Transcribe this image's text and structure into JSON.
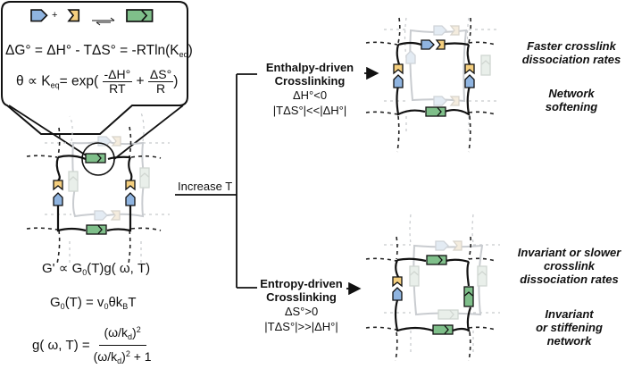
{
  "colors": {
    "donor": "#8fb4e0",
    "acceptor": "#f5cf7e",
    "complex": "#7fbf8a",
    "ink": "#111111",
    "ghost": "#c9ccd0"
  },
  "icons": {
    "donor": "crosslink-donor-shape",
    "acceptor": "crosslink-acceptor-shape",
    "complex": "crosslink-complex-shape",
    "equilibrium": "equilibrium-arrow-icon",
    "arrow": "right-arrow-icon"
  },
  "inset": {
    "reaction": {
      "plus": "+"
    },
    "eq1": "ΔG° = ΔH° - TΔS° = -RTln(K",
    "eq1_sub": "eq",
    "eq1_end": ")",
    "eq2_prefix": "θ ∝ K",
    "eq2_sub": "eq",
    "eq2_mid": "= exp(",
    "eq2_frac1_num": "-ΔH°",
    "eq2_frac1_den": "RT",
    "eq2_plus": "+",
    "eq2_frac2_num": "ΔS°",
    "eq2_frac2_den": "R",
    "eq2_end": ")"
  },
  "modulus": {
    "line1_a": "G' ∝ G",
    "line1_sub": "0",
    "line1_b": "(T)g( ω, T)",
    "line2_a": "G",
    "line2_sub1": "0",
    "line2_b": "(T) = v",
    "line2_sub2": "0",
    "line2_c": "θk",
    "line2_sub3": "B",
    "line2_d": "T",
    "line3_lhs": "g( ω, T) =",
    "line3_num_a": "(ω/k",
    "line3_num_sub": "d",
    "line3_num_b": ")",
    "line3_num_sup": "2",
    "line3_den_a": "(ω/k",
    "line3_den_sub": "d",
    "line3_den_b": ")",
    "line3_den_sup": "2",
    "line3_den_c": " + 1"
  },
  "trigger": {
    "label": "Increase T"
  },
  "branches": [
    {
      "title_line1": "Enthalpy-driven",
      "title_line2": "Crosslinking",
      "condition1": "ΔH°<0",
      "condition2": "|TΔS°|<<|ΔH°|",
      "outcome1_line1": "Faster crosslink",
      "outcome1_line2": "dissociation rates",
      "outcome2_line1": "Network",
      "outcome2_line2": "softening"
    },
    {
      "title_line1": "Entropy-driven",
      "title_line2": "Crosslinking",
      "condition1": "ΔS°>0",
      "condition2": "|TΔS°|>>|ΔH°|",
      "outcome1_line1": "Invariant or slower",
      "outcome1_line2": "crosslink",
      "outcome1_line3": "dissociation rates",
      "outcome2_line1": "Invariant",
      "outcome2_line2": "or stiffening",
      "outcome2_line3": "network"
    }
  ]
}
